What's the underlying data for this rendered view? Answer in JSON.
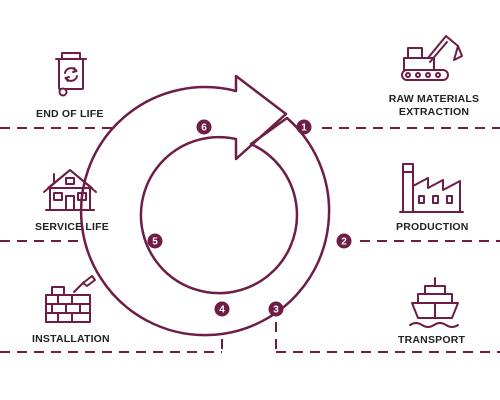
{
  "colors": {
    "accent": "#6e1e46",
    "text": "#222222",
    "background": "#ffffff",
    "number_text": "#ffffff"
  },
  "stages": [
    {
      "number": "1",
      "label_line1": "RAW MATERIALS",
      "label_line2": "EXTRACTION",
      "icon": "excavator-icon"
    },
    {
      "number": "2",
      "label_line1": "PRODUCTION",
      "label_line2": "",
      "icon": "factory-icon"
    },
    {
      "number": "3",
      "label_line1": "TRANSPORT",
      "label_line2": "",
      "icon": "ship-icon"
    },
    {
      "number": "4",
      "label_line1": "INSTALLATION",
      "label_line2": "",
      "icon": "brick-wall-trowel-icon"
    },
    {
      "number": "5",
      "label_line1": "SERVICE LIFE",
      "label_line2": "",
      "icon": "house-icon"
    },
    {
      "number": "6",
      "label_line1": "END OF LIFE",
      "label_line2": "",
      "icon": "recycling-bin-icon"
    }
  ],
  "center_icon": "circular-arrow-icon"
}
